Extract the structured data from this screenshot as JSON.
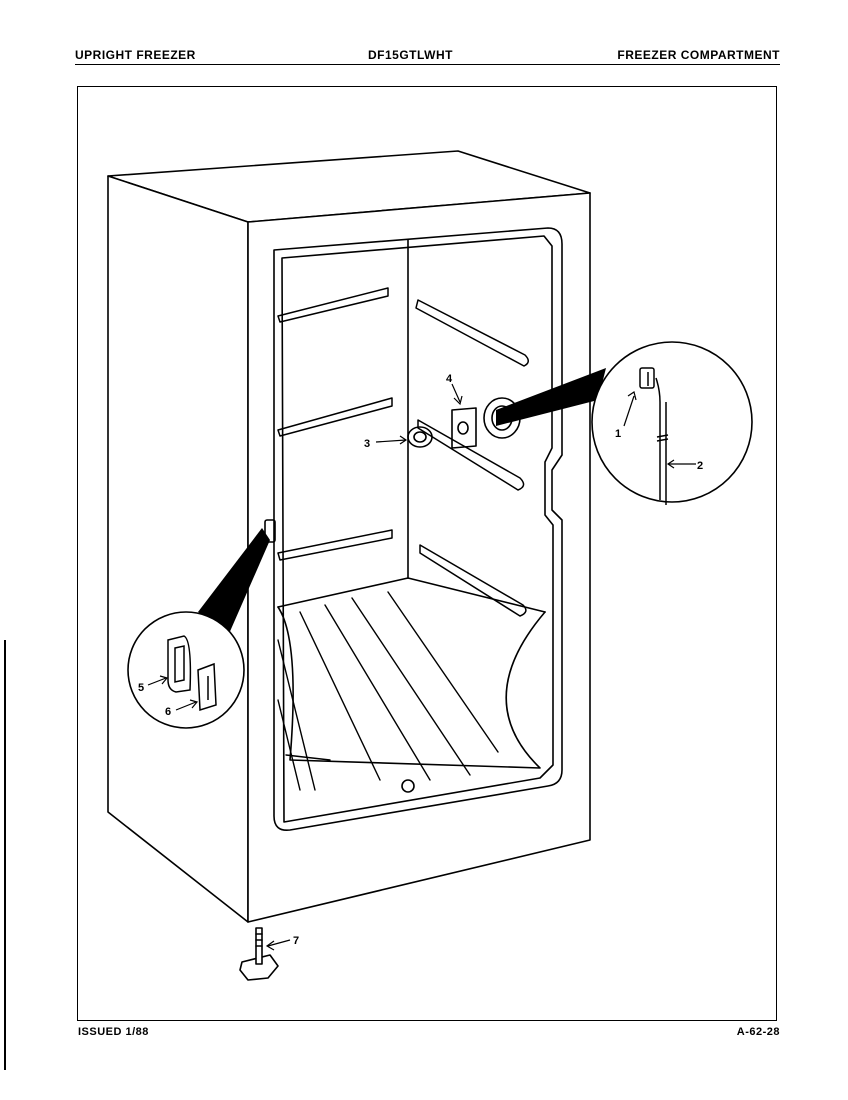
{
  "header": {
    "left": "UPRIGHT FREEZER",
    "center": "DF15GTLWHT",
    "right": "FREEZER COMPARTMENT"
  },
  "footer": {
    "left": "ISSUED 1/88",
    "right": "A-62-28"
  },
  "callouts": {
    "c1": "1",
    "c2": "2",
    "c3": "3",
    "c4": "4",
    "c5": "5",
    "c6": "6",
    "c7": "7"
  }
}
